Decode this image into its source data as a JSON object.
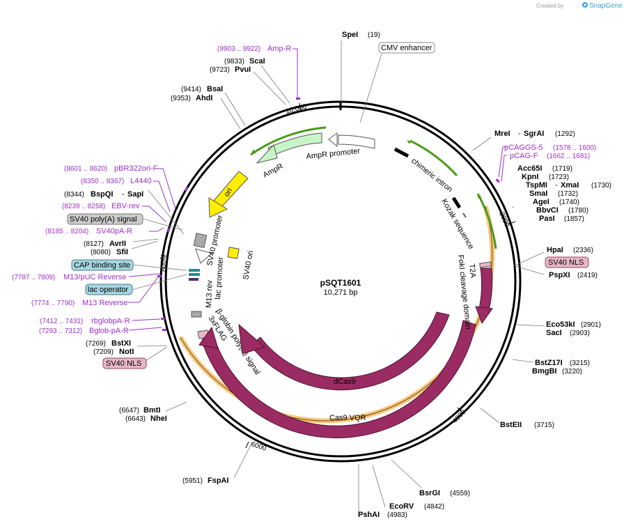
{
  "credit": {
    "prefix": "Created by",
    "brand": "SnapGene"
  },
  "plasmid": {
    "name": "pSQT1601",
    "size": "10,271 bp"
  },
  "ticks": [
    "10,000",
    "2000",
    "4000",
    "6000",
    "8000"
  ],
  "sites": {
    "spei": {
      "name": "SpeI",
      "pos": "(19)"
    },
    "scai": {
      "name": "ScaI",
      "pos": "(9833)"
    },
    "pvui": {
      "name": "PvuI",
      "pos": "(9723)"
    },
    "bsai": {
      "name": "BsaI",
      "pos": "(9414)"
    },
    "ahdi": {
      "name": "AhdI",
      "pos": "(9353)"
    },
    "mrei": {
      "name": "MreI",
      "sep": "-",
      "name2": "SgrAI",
      "pos": "(1292)"
    },
    "acc65i": {
      "name": "Acc65I",
      "pos": "(1719)"
    },
    "kpni": {
      "name": "KpnI",
      "pos": "(1723)"
    },
    "tspmi": {
      "name": "TspMI",
      "sep": "-",
      "name2": "XmaI",
      "pos": "(1730)"
    },
    "smai": {
      "name": "SmaI",
      "pos": "(1732)"
    },
    "agei": {
      "name": "AgeI",
      "pos": "(1740)"
    },
    "bbvci": {
      "name": "BbvCI",
      "pos": "(1780)"
    },
    "pasi": {
      "name": "PasI",
      "pos": "(1857)"
    },
    "hpai": {
      "name": "HpaI",
      "pos": "(2336)"
    },
    "pspxi": {
      "name": "PspXI",
      "pos": "(2419)"
    },
    "eco53ki": {
      "name": "Eco53kI",
      "pos": "(2901)"
    },
    "saci": {
      "name": "SacI",
      "pos": "(2903)"
    },
    "bstz17i": {
      "name": "BstZ17I",
      "pos": "(3215)"
    },
    "bmgbi": {
      "name": "BmgBI",
      "pos": "(3220)"
    },
    "bsteii": {
      "name": "BstEII",
      "pos": "(3715)"
    },
    "bsrgi": {
      "name": "BsrGI",
      "pos": "(4559)"
    },
    "ecorv": {
      "name": "EcoRV",
      "pos": "(4842)"
    },
    "pshai": {
      "name": "PshAI",
      "pos": "(4983)"
    },
    "fspai": {
      "name": "FspAI",
      "pos": "(5951)"
    },
    "bmti": {
      "name": "BmtI",
      "pos": "(6647)"
    },
    "nhei": {
      "name": "NheI",
      "pos": "(6643)"
    },
    "bstxi": {
      "name": "BstXI",
      "pos": "(7269)"
    },
    "noti": {
      "name": "NotI",
      "pos": "(7209)"
    },
    "avrii": {
      "name": "AvrII",
      "pos": "(8127)"
    },
    "sfii": {
      "name": "SfiI",
      "pos": "(8080)"
    },
    "bspqi": {
      "name": "BspQI",
      "sep": "-",
      "name2": "SapI",
      "pos": "(8344)"
    }
  },
  "primers": {
    "ampr_primer": {
      "range": "(9903 .. 9922)",
      "name": "Amp-R"
    },
    "pcaggs5": {
      "name": "pCAGGS-5",
      "range": "(1578 .. 1600)"
    },
    "pcagf": {
      "name": "pCAG-F",
      "range": "(1662 .. 1681)"
    },
    "pbr322": {
      "range": "(8601 .. 8620)",
      "name": "pBR322ori-F"
    },
    "l4440": {
      "range": "(8350 .. 8367)",
      "name": "L4440"
    },
    "ebvrev": {
      "range": "(8239 .. 8258)",
      "name": "EBV-rev"
    },
    "sv40par": {
      "range": "(8185 .. 8204)",
      "name": "SV40pA-R"
    },
    "m13puc": {
      "range": "(7787 .. 7809)",
      "name": "M13/pUC Reverse"
    },
    "m13rev": {
      "range": "(7774 .. 7790)",
      "name": "M13 Reverse"
    },
    "rbglob": {
      "range": "(7412 .. 7431)",
      "name": "rbglobpA-R"
    },
    "bglob": {
      "range": "(7293 .. 7312)",
      "name": "Bglob-pA-R"
    }
  },
  "boxes": {
    "cmv": "CMV enhancer",
    "sv40nls_r": "SV40 NLS",
    "sv40polya": "SV40 poly(A) signal",
    "cap": "CAP binding site",
    "lacop": "lac operator",
    "sv40nls_l": "SV40 NLS"
  },
  "features": {
    "ampr_promoter": "AmpR promoter",
    "ampr": "AmpR",
    "ori": "ori",
    "sv40_promoter": "SV40 promoter",
    "sv40_ori": "SV40 ori",
    "lac_promoter": "lac promoter",
    "m13rev": "M13 rev",
    "bglobin": "β-globin poly(A) signal",
    "flag": "3xFLAG",
    "dcas9": "dCas9",
    "cas9vqr": "Cas9 VQR",
    "foki": "FokI cleavage domain",
    "t2a": "T2A",
    "kozak": "Kozak sequence",
    "chimeric": "chimeric intron"
  },
  "colors": {
    "cds": "#9b2c63",
    "promoter": "#ffffff",
    "marker": "#c8f5c8",
    "ori": "#ffee00",
    "orange": "#f6c67a",
    "green": "#4a9a1a",
    "primer": "#9b30c8",
    "nls": "#e8b6c6",
    "teal": "#a6d6e0",
    "gray": "#cccccc"
  },
  "icons": [
    "snapgene-logo-icon"
  ]
}
